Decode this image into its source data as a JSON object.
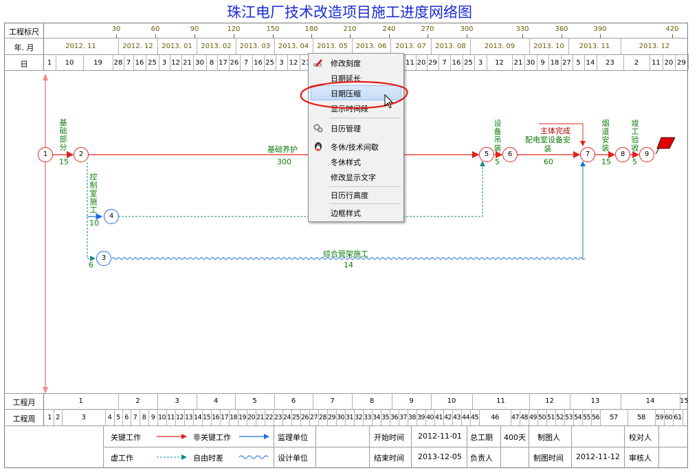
{
  "title": "珠江电厂技术改造项目施工进度网络图",
  "scale": {
    "label": "工程标尺",
    "ticks": [
      "30",
      "60",
      "90",
      "120",
      "150",
      "180",
      "210",
      "240",
      "270",
      "300",
      "330",
      "360",
      "390",
      "420"
    ]
  },
  "months": {
    "label": "年. 月",
    "items": [
      "2012. 11",
      "2012. 12",
      "2013. 01",
      "2013. 02",
      "2013. 03",
      "2013. 04",
      "2013. 05",
      "2013. 06",
      "2013. 07",
      "2013. 08",
      "2013. 09",
      "2013. 10",
      "2013. 11",
      "2013. 12"
    ]
  },
  "days": {
    "label": "日",
    "items": [
      "1",
      "10",
      "19",
      "28",
      "7",
      "16",
      "25",
      "3",
      "12",
      "21",
      "30",
      "8",
      "17",
      "26",
      "7",
      "16",
      "25",
      "3",
      "12",
      "21",
      "",
      "",
      "",
      "",
      "",
      "",
      "",
      "",
      "",
      "",
      "11",
      "20",
      "29",
      "7",
      "16",
      "25",
      "3",
      "12",
      "21",
      "30",
      "9",
      "18",
      "27",
      "5",
      "14",
      "23",
      "2",
      "11",
      "20",
      "29"
    ]
  },
  "network": {
    "nodes": [
      "1",
      "2",
      "3",
      "4",
      "5",
      "6",
      "7",
      "8",
      "9"
    ],
    "labels": {
      "foundation": "基础部分",
      "foundation_dur": "15",
      "curing": "基础养护",
      "curing_dur": "300",
      "control_room": "控制室施工",
      "control_room_dur": "10",
      "pipe_rack": "综合管架施工",
      "pipe_rack_dur": "14",
      "node3_dur": "6",
      "equip_hoist": "设备吊装",
      "equip_hoist_dur": "5",
      "elec_install": "配电室设备安装",
      "elec_install_dur": "60",
      "main_done": "主体完成",
      "flue": "烟道安装",
      "flue_dur": "15",
      "acceptance": "竣工验收",
      "acceptance_dur": "5"
    }
  },
  "context_menu": {
    "items": [
      {
        "label": "修改刻度",
        "icon": "edit-pen-icon"
      },
      {
        "label": "日期延长",
        "icon": ""
      },
      {
        "label": "日期压缩",
        "icon": "",
        "highlighted": true
      },
      {
        "label": "显示时间段",
        "icon": ""
      },
      {
        "label": "日历管理",
        "icon": "calendar-gear-icon"
      },
      {
        "label": "冬休/技术间歇",
        "icon": "penguin-icon"
      },
      {
        "label": "冬休样式",
        "icon": ""
      },
      {
        "label": "修改显示文字",
        "icon": ""
      },
      {
        "label": "日历行高度",
        "icon": ""
      },
      {
        "label": "边框样式",
        "icon": ""
      }
    ]
  },
  "bottom_months": {
    "label": "工程月",
    "items": [
      "1",
      "2",
      "3",
      "4",
      "5",
      "6",
      "7",
      "8",
      "9",
      "10",
      "11",
      "12",
      "13",
      "14",
      "15"
    ]
  },
  "bottom_weeks": {
    "label": "工程周",
    "items": [
      "1",
      "2",
      "3",
      "4",
      "5",
      "6",
      "7",
      "8",
      "9",
      "10",
      "11",
      "12",
      "13",
      "14",
      "15",
      "16",
      "17",
      "18",
      "19",
      "20",
      "21",
      "22",
      "23",
      "24",
      "25",
      "26",
      "27",
      "28",
      "29",
      "30",
      "31",
      "32",
      "33",
      "34",
      "35",
      "36",
      "37",
      "38",
      "39",
      "40",
      "41",
      "42",
      "43",
      "44",
      "45",
      "46",
      "47",
      "48",
      "49",
      "50",
      "51",
      "52",
      "53",
      "54",
      "55",
      "56",
      "57",
      "58",
      "59",
      "60",
      "61"
    ]
  },
  "legend": {
    "critical": "关键工作",
    "noncritical": "非关键工作",
    "dummy": "虚工作",
    "float": "自由时差",
    "supervisor": "监理单位",
    "designer": "设计单位",
    "start_label": "开始时间",
    "start_value": "2012-11-01",
    "end_label": "结束时间",
    "end_value": "2013-12-05",
    "duration_label": "总工期",
    "duration_value": "400天",
    "owner_label": "负责人",
    "drawer_label": "制图人",
    "draw_time_label": "制图时间",
    "draw_time_value": "2012-11-12",
    "checker_label": "校对人",
    "reviewer_label": "审核人"
  },
  "colors": {
    "critical": "#e0241c",
    "noncritical": "#1c6fe0",
    "dummy": "#1a8a8a",
    "label": "#0b7d0b",
    "title": "#1a2bd6"
  }
}
